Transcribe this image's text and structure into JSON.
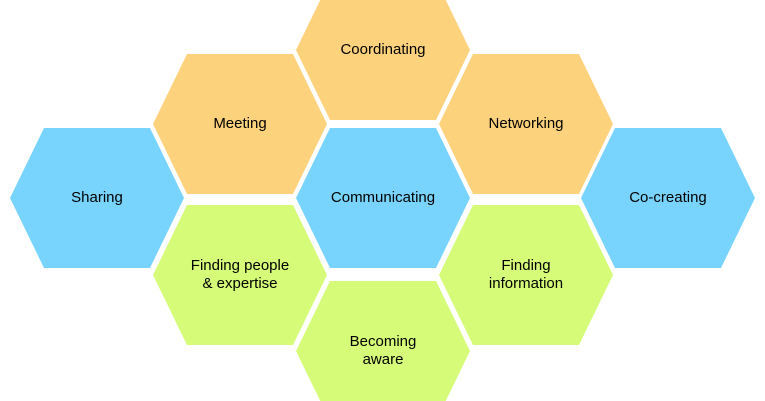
{
  "colors": {
    "orange": "#fdd27c",
    "blue": "#79d4fd",
    "green": "#d5fb79"
  },
  "hexagons": [
    {
      "id": "coordinating",
      "lines": [
        "Coordinating"
      ],
      "color": "orange"
    },
    {
      "id": "meeting",
      "lines": [
        "Meeting"
      ],
      "color": "orange"
    },
    {
      "id": "networking",
      "lines": [
        "Networking"
      ],
      "color": "orange"
    },
    {
      "id": "sharing",
      "lines": [
        "Sharing"
      ],
      "color": "blue"
    },
    {
      "id": "communicating",
      "lines": [
        "Communicating"
      ],
      "color": "blue"
    },
    {
      "id": "co-creating",
      "lines": [
        "Co-creating"
      ],
      "color": "blue"
    },
    {
      "id": "finding-people-expertise",
      "lines": [
        "Finding people",
        "& expertise"
      ],
      "color": "green"
    },
    {
      "id": "finding-information",
      "lines": [
        "Finding",
        "information"
      ],
      "color": "green"
    },
    {
      "id": "becoming-aware",
      "lines": [
        "Becoming",
        "aware"
      ],
      "color": "green"
    }
  ]
}
